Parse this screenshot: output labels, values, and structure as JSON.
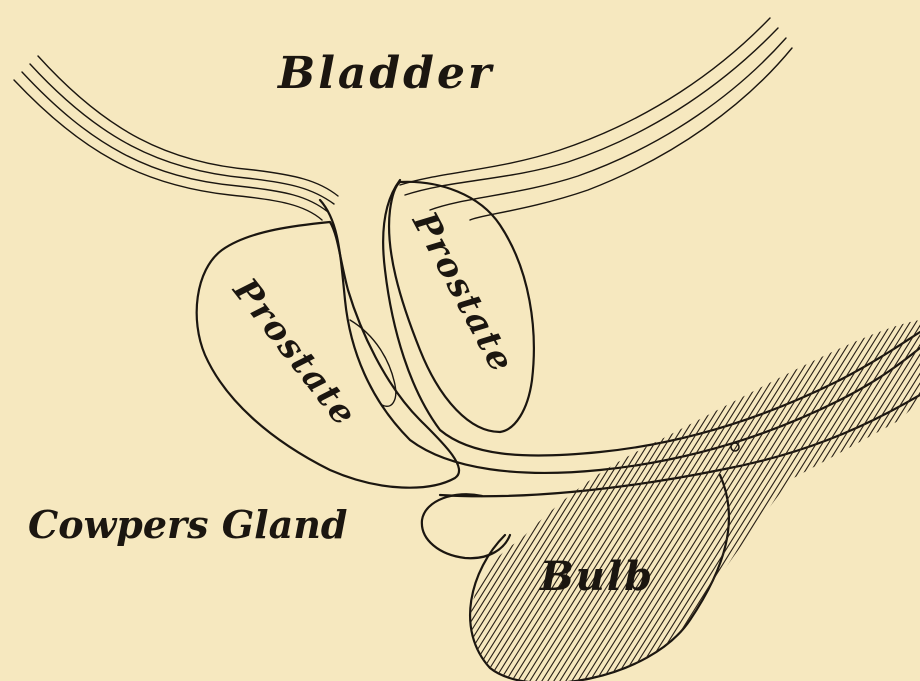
{
  "labels": {
    "bladder": "Bladder",
    "prostate_left": "Prostate",
    "prostate_right": "Prostate",
    "cowpers_gland": "Cowpers Gland",
    "bulb": "Bulb"
  },
  "colors": {
    "paper": "#f6e8bf",
    "ink": "#1b1610"
  }
}
